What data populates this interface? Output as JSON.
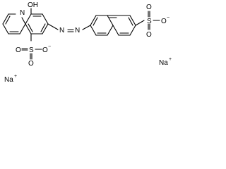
{
  "molecule": {
    "atoms": {
      "n_quinoline": "N",
      "oh": "OH",
      "azo_n1": "N",
      "azo_n2": "N",
      "so3_left": {
        "s": "S",
        "o_top": "O",
        "o_bottom": "O",
        "o_charged": "O",
        "charge": "−"
      },
      "so3_right": {
        "s": "S",
        "o_top": "O",
        "o_bottom": "O",
        "o_charged": "O",
        "charge": "−"
      }
    },
    "counterions": [
      {
        "symbol": "Na",
        "charge": "+"
      },
      {
        "symbol": "Na",
        "charge": "+"
      }
    ]
  },
  "colors": {
    "ink": "#000000",
    "background": "#ffffff"
  }
}
